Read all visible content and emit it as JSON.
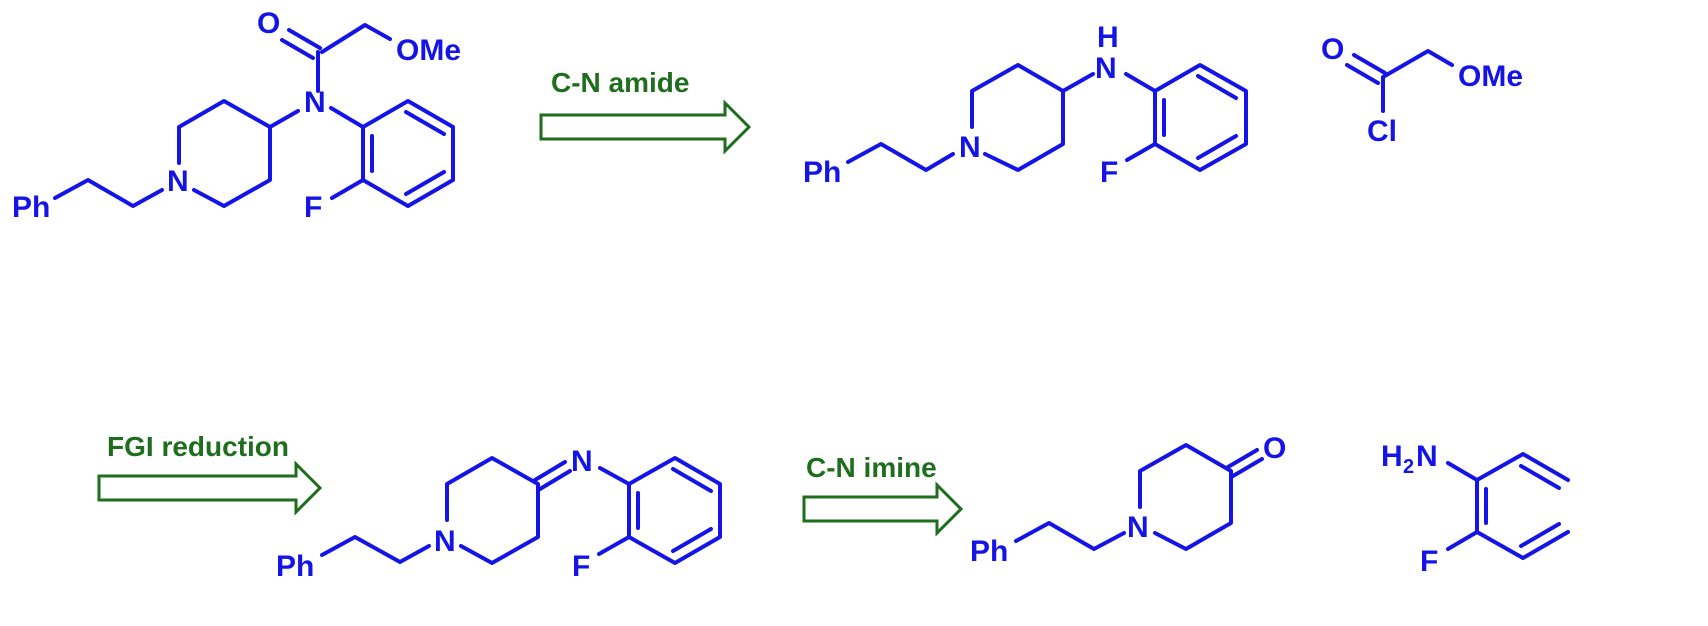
{
  "colors": {
    "structure": "#1414e6",
    "arrow": "#1e6e1e",
    "background": "#ffffff"
  },
  "steps": [
    {
      "label": "C-N amide"
    },
    {
      "label": "FGI reduction"
    },
    {
      "label": "C-N imine"
    }
  ],
  "molecules": {
    "target_amide": {
      "labels": {
        "ph": "Ph",
        "n_ring": "N",
        "n_amide": "N",
        "o": "O",
        "ome": "OMe",
        "f": "F"
      }
    },
    "amine": {
      "labels": {
        "ph": "Ph",
        "n_ring": "N",
        "h": "H",
        "n": "N",
        "f": "F"
      }
    },
    "acyl_chloride": {
      "labels": {
        "o": "O",
        "ome": "OMe",
        "cl": "Cl"
      }
    },
    "imine": {
      "labels": {
        "ph": "Ph",
        "n_ring": "N",
        "n": "N",
        "f": "F"
      }
    },
    "piperidone": {
      "labels": {
        "ph": "Ph",
        "n_ring": "N",
        "o": "O"
      }
    },
    "fluoroaniline": {
      "labels": {
        "h": "H",
        "sub2": "2",
        "n": "N",
        "f": "F"
      }
    }
  }
}
